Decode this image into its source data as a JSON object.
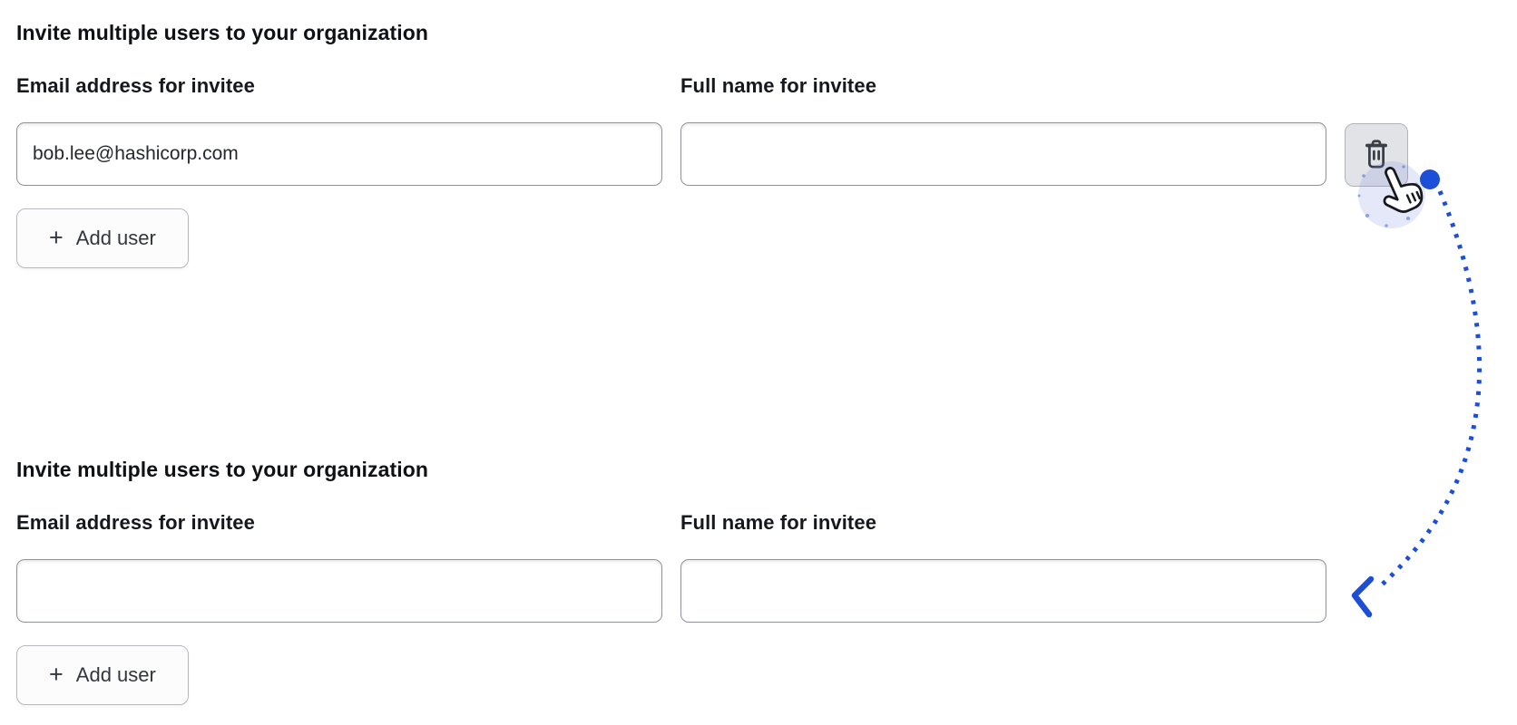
{
  "colors": {
    "accent_blue": "#1d4ed8",
    "input_border": "#8f929a",
    "button_border": "#b7b9bf",
    "trash_button_bg": "#e2e3e7"
  },
  "sections": [
    {
      "heading": "Invite multiple users to your organization",
      "email": {
        "label": "Email address for invitee",
        "value": "bob.lee@hashicorp.com"
      },
      "full_name": {
        "label": "Full name for invitee",
        "value": ""
      },
      "add_user": {
        "plus_glyph": "+",
        "label": "Add user"
      }
    },
    {
      "heading": "Invite multiple users to your organization",
      "email": {
        "label": "Email address for invitee",
        "value": ""
      },
      "full_name": {
        "label": "Full name for invitee",
        "value": ""
      },
      "add_user": {
        "plus_glyph": "+",
        "label": "Add user"
      }
    }
  ],
  "annotation": {
    "description": "dotted arrow from delete button to second full-name input",
    "color": "#1d4ed8"
  }
}
